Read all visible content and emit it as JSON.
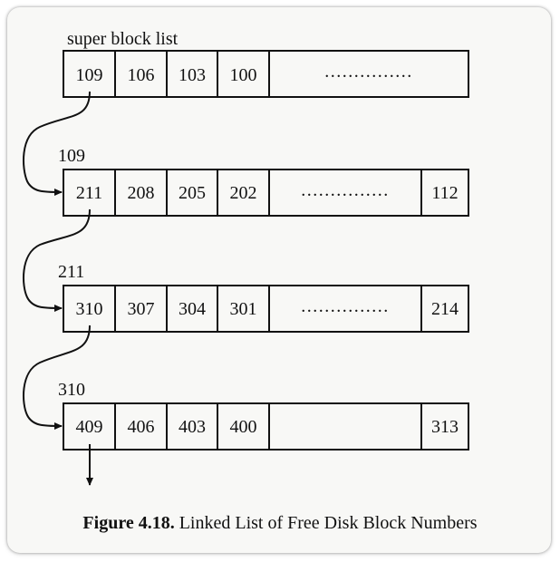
{
  "caption": {
    "figure_number": "Figure 4.18.",
    "title": "Linked List of Free Disk Block Numbers"
  },
  "lists": [
    {
      "label": "super block list",
      "cells": [
        "109",
        "106",
        "103",
        "100"
      ],
      "dots": "...............",
      "last": ""
    },
    {
      "label": "109",
      "cells": [
        "211",
        "208",
        "205",
        "202"
      ],
      "dots": "...............",
      "last": "112"
    },
    {
      "label": "211",
      "cells": [
        "310",
        "307",
        "304",
        "301"
      ],
      "dots": "...............",
      "last": "214"
    },
    {
      "label": "310",
      "cells": [
        "409",
        "406",
        "403",
        "400"
      ],
      "dots": "",
      "last": "313"
    }
  ]
}
